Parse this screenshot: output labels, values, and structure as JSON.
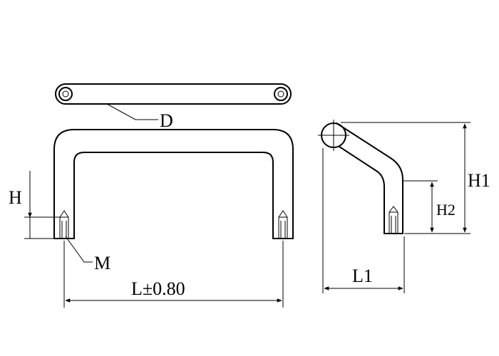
{
  "labels": {
    "D": "D",
    "H": "H",
    "M": "M",
    "L": "L±0.80",
    "L1": "L1",
    "H1": "H1",
    "H2": "H2"
  }
}
